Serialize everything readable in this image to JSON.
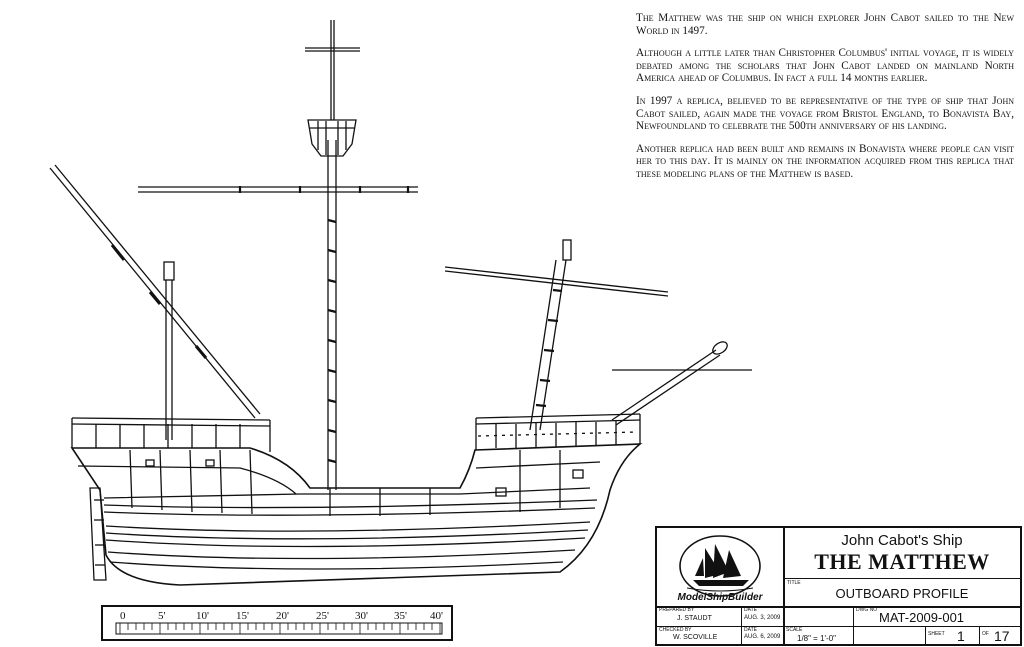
{
  "notes": [
    "The Matthew was the ship on which explorer John Cabot sailed to the New World in 1497.",
    "Although a little later than Christopher Columbus' initial voyage, it is widely debated among the scholars that John Cabot landed on mainland North America ahead of Columbus. In fact a full 14 months earlier.",
    "In 1997 a replica, believed to be representative of the type of ship that John Cabot sailed, again made the voyage from Bristol England, to Bonavista Bay, Newfoundland to celebrate the 500th anniversary of his landing.",
    "Another replica had been built and remains in Bonavista where people can visit her to this day. It is mainly on the information acquired from this replica that these modeling plans of the Matthew is based."
  ],
  "title_block": {
    "subtitle": "John Cabot's Ship",
    "title": "THE MATTHEW",
    "title_label": "TITLE",
    "drawing_title": "OUTBOARD PROFILE",
    "dwg_label": "DWG NO",
    "dwg_no": "MAT-2009-001",
    "logo_text": "ModelShipBuilder",
    "prepared_label": "PREPARED BY",
    "prepared_by": "J. STAUDT",
    "date_label": "DATE",
    "prepared_date": "AUG. 3, 2009",
    "checked_label": "CHECKED BY",
    "checked_by": "W. SCOVILLE",
    "checked_date": "AUG. 6, 2009",
    "scale_label": "SCALE",
    "scale": "1/8\" = 1'-0\"",
    "sheet_label": "SHEET",
    "sheet": "1",
    "of_label": "OF",
    "sheets_total": "17"
  },
  "scale_bar": {
    "labels": [
      "0",
      "5'",
      "10'",
      "15'",
      "20'",
      "25'",
      "30'",
      "35'",
      "40'"
    ]
  }
}
